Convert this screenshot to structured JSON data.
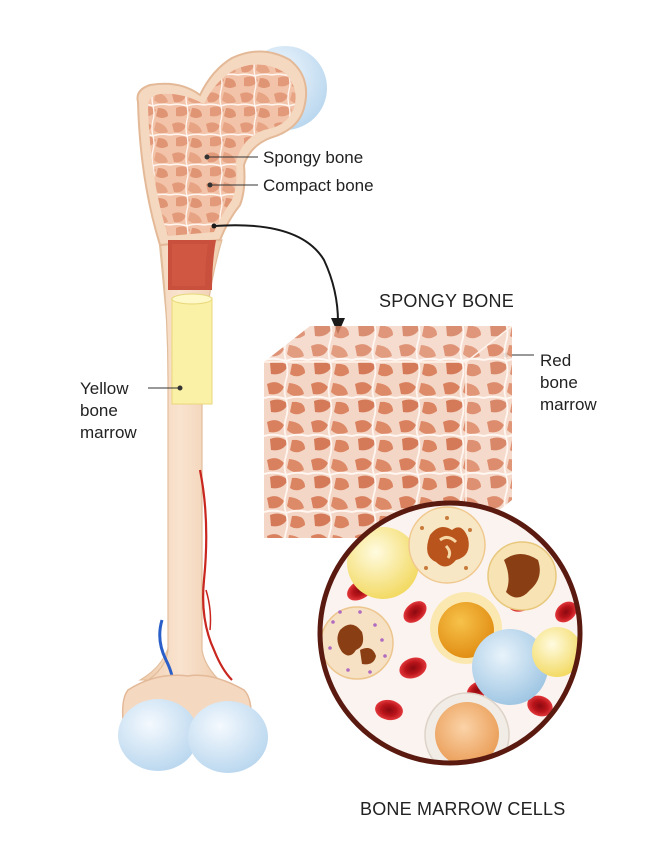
{
  "labels": {
    "spongy_bone": "Spongy bone",
    "compact_bone": "Compact bone",
    "yellow_marrow_line1": "Yellow",
    "yellow_marrow_line2": "bone",
    "yellow_marrow_line3": "marrow",
    "red_marrow_line1": "Red",
    "red_marrow_line2": "bone",
    "red_marrow_line3": "marrow"
  },
  "titles": {
    "spongy_bone_block": "SPONGY BONE",
    "marrow_cells": "BONE MARROW CELLS"
  },
  "colors": {
    "bone_shaft": "#f6dcc4",
    "bone_edge": "#e8c4a4",
    "cartilage": "#cfe4f5",
    "spongy_fill": "#f0b89e",
    "spongy_web": "#fbe9df",
    "red_marrow": "#c94a3a",
    "yellow_marrow": "#fbf1a6",
    "artery": "#c8261e",
    "vein": "#2a5ec8",
    "cell_circle_border": "#5a1a10",
    "red_blood_cell": "#c0141c"
  }
}
